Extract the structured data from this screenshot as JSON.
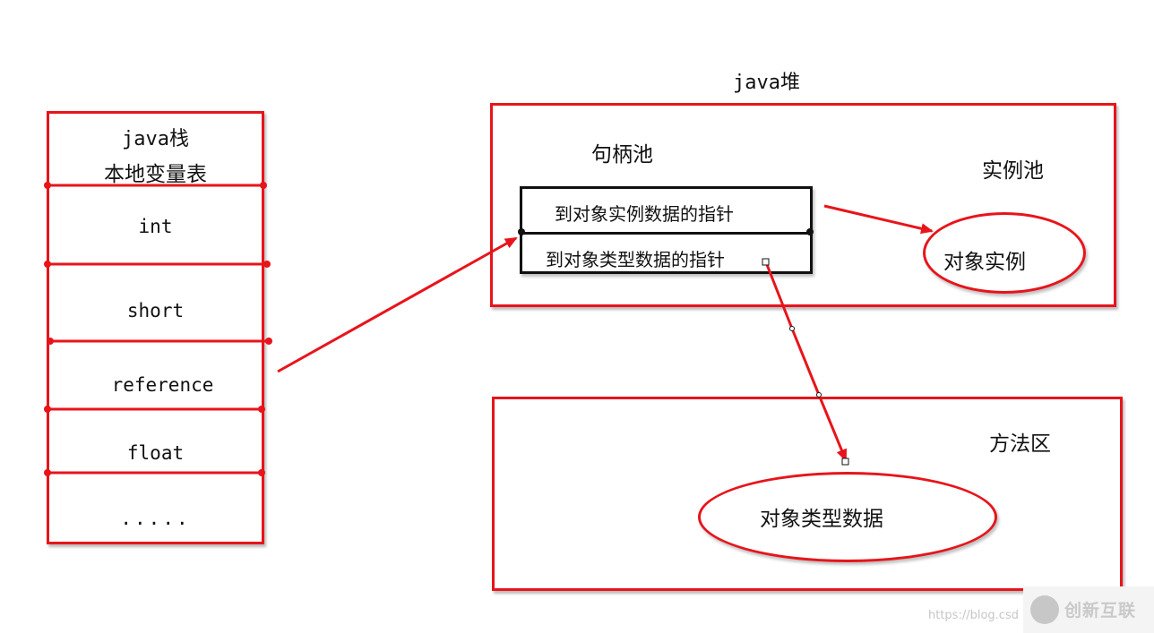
{
  "stack": {
    "title": "java栈",
    "subtitle": "本地变量表",
    "rows": [
      "int",
      "short",
      "reference",
      "float",
      "....."
    ]
  },
  "heap": {
    "title": "java堆",
    "handle_pool_label": "句柄池",
    "instance_pool_label": "实例池",
    "handle_rows": [
      "到对象实例数据的指针",
      "到对象类型数据的指针"
    ],
    "instance_label": "对象实例"
  },
  "method_area": {
    "title": "方法区",
    "type_data_label": "对象类型数据"
  },
  "watermark": {
    "url": "https://blog.csd",
    "brand": "创新互联"
  },
  "colors": {
    "accent_red": "#e8141b",
    "border_black": "#111111"
  }
}
